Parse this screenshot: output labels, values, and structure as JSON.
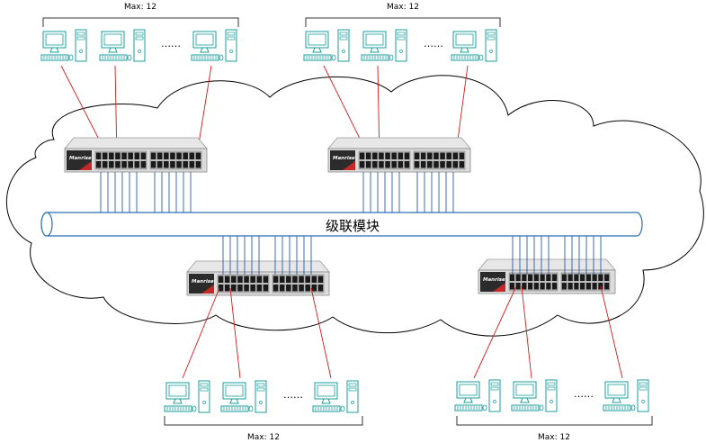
{
  "groups": [
    {
      "max_label": "Max: 12"
    },
    {
      "max_label": "Max: 12"
    },
    {
      "max_label": "Max: 12"
    },
    {
      "max_label": "Max: 12"
    }
  ],
  "pipe_label": "级联模块",
  "switch_brand": "Manrise",
  "ellipsis": "……",
  "colors": {
    "pc_icon": "#1a9e9e",
    "red_link": "#d41a1a",
    "blue_link": "#2b57b8",
    "pipe_stroke": "#2a6fb0",
    "cloud_stroke": "#000000",
    "switch_body": "#dcdcdc",
    "port": "#1a1a1a"
  }
}
